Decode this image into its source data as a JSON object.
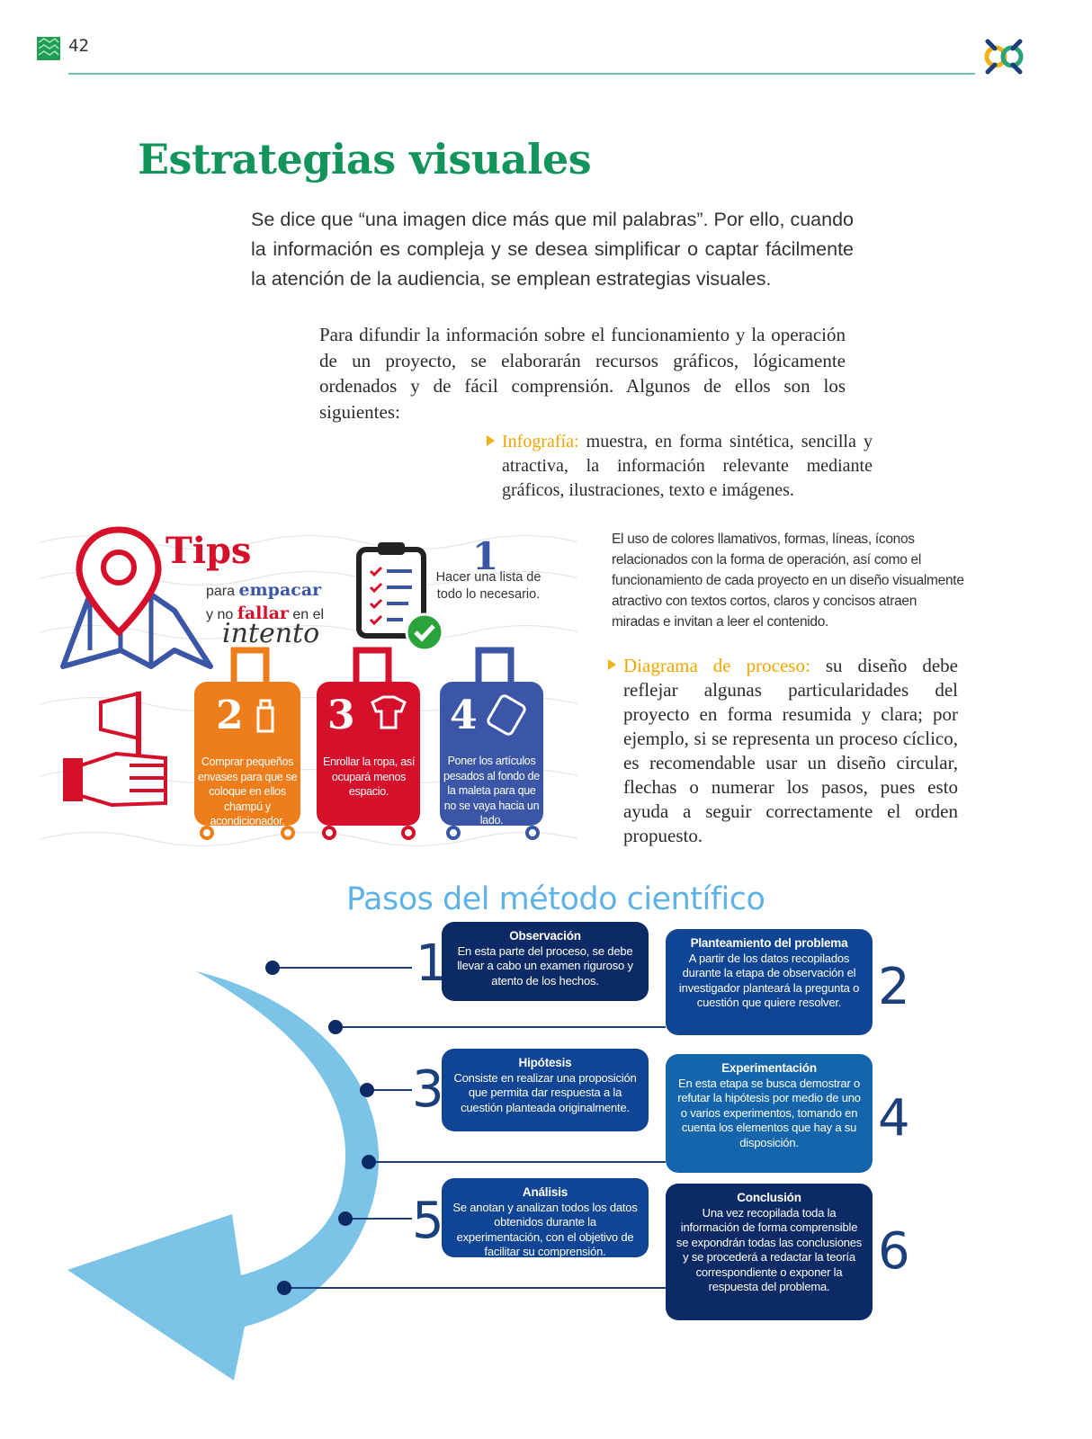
{
  "header": {
    "page_number": "42"
  },
  "title": "Estrategias visuales",
  "intro": "Se dice que “una imagen dice más que mil palabras”. Por ello, cuando la información es compleja y se desea simplificar o captar fácilmente la atención de la audiencia, se emplean estrategias visuales.",
  "paragraph": "Para difundir la información sobre el funcionamiento y la operación de un proyecto, se elaborarán recursos gráficos, lógicamente ordenados y de fácil comprensión. Algunos de ellos son los siguientes:",
  "bullets": [
    {
      "term": "Infografía:",
      "text": " muestra, en forma sintética, sencilla y atractiva, la información relevante mediante gráficos, ilustraciones, texto e imágenes."
    },
    {
      "term": "Diagrama de proceso:",
      "text": " su diseño debe reflejar algunas particularidades del proyecto en forma resumida y clara; por ejemplo, si se representa un proceso cíclico, es recomendable usar un diseño circular, flechas o numerar los pasos, pues esto ayuda a seguir correctamente el orden propuesto."
    }
  ],
  "side_note": "El uso de colores llamativos, formas, líneas, íconos relacionados con la forma de operación, así como el funcionamiento de cada proyecto en un diseño visualmente atractivo con textos cortos, claros y concisos atraen miradas e invitan a leer el contenido.",
  "infographic": {
    "title": "Tips",
    "subtitle_1a": "para ",
    "subtitle_1b": "empacar",
    "subtitle_2a": "y no ",
    "subtitle_2b": "fallar",
    "subtitle_2c": " en el",
    "subtitle_3": "intento",
    "tips": [
      {
        "number": "1",
        "text": "Hacer una lista de todo lo necesario."
      },
      {
        "number": "2",
        "text": "Comprar pequeños envases para que se coloque en ellos champú y acondicionador."
      },
      {
        "number": "3",
        "text": "Enrollar la ropa, así ocupará menos espacio."
      },
      {
        "number": "4",
        "text": "Poner los artículos pesados al fondo de la maleta para que no se vaya hacia un lado."
      }
    ],
    "colors": {
      "red": "#d6102a",
      "orange": "#ee7d1b",
      "blue": "#3b56a6"
    }
  },
  "diagram": {
    "title": "Pasos del método científico",
    "steps": [
      {
        "number": "1",
        "title": "Observación",
        "text": "En esta parte del proceso, se debe llevar a cabo un examen riguroso y atento de los hechos."
      },
      {
        "number": "2",
        "title": "Planteamiento del problema",
        "text": "A partir de los datos recopilados durante la etapa de observación el investigador planteará la pregunta o cuestión que quiere resolver."
      },
      {
        "number": "3",
        "title": "Hipótesis",
        "text": "Consiste en realizar una proposición que permita dar respuesta a la cuestión planteada originalmente."
      },
      {
        "number": "4",
        "title": "Experimentación",
        "text": "En esta etapa se busca demostrar o refutar la hipótesis por medio de uno o varios experimentos, tomando en cuenta los elementos que hay a su disposición."
      },
      {
        "number": "5",
        "title": "Análisis",
        "text": "Se anotan y analizan todos los datos obtenidos durante la experimentación, con el objetivo de facilitar su comprensión."
      },
      {
        "number": "6",
        "title": "Conclusión",
        "text": "Una vez recopilada toda la información de forma comprensible se expondrán todas las conclusiones y se procederá a redactar la teoría correspondiente o exponer la respuesta del problema."
      }
    ],
    "colors": {
      "arrow": "#7cc3e8",
      "box_dark": "#0c2a66",
      "box_mid": "#0f4594",
      "box_light": "#1565ad"
    }
  }
}
